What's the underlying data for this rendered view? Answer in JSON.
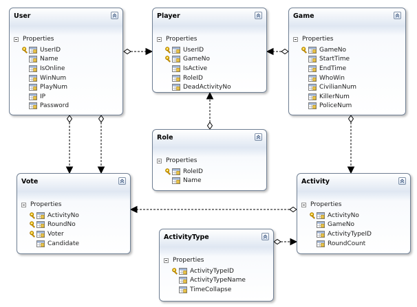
{
  "diagram": {
    "section_label": "Properties",
    "entities": [
      {
        "id": "user",
        "title": "User",
        "properties": [
          {
            "name": "UserID",
            "key": true
          },
          {
            "name": "Name",
            "key": false
          },
          {
            "name": "IsOnline",
            "key": false
          },
          {
            "name": "WinNum",
            "key": false
          },
          {
            "name": "PlayNum",
            "key": false
          },
          {
            "name": "IP",
            "key": false
          },
          {
            "name": "Password",
            "key": false
          }
        ]
      },
      {
        "id": "player",
        "title": "Player",
        "properties": [
          {
            "name": "UserID",
            "key": true
          },
          {
            "name": "GameNo",
            "key": true
          },
          {
            "name": "IsActive",
            "key": false
          },
          {
            "name": "RoleID",
            "key": false
          },
          {
            "name": "DeadActivityNo",
            "key": false
          }
        ]
      },
      {
        "id": "game",
        "title": "Game",
        "properties": [
          {
            "name": "GameNo",
            "key": true
          },
          {
            "name": "StartTime",
            "key": false
          },
          {
            "name": "EndTime",
            "key": false
          },
          {
            "name": "WhoWin",
            "key": false
          },
          {
            "name": "CivilianNum",
            "key": false
          },
          {
            "name": "KillerNum",
            "key": false
          },
          {
            "name": "PoliceNum",
            "key": false
          }
        ]
      },
      {
        "id": "role",
        "title": "Role",
        "properties": [
          {
            "name": "RoleID",
            "key": true
          },
          {
            "name": "Name",
            "key": false
          }
        ]
      },
      {
        "id": "vote",
        "title": "Vote",
        "properties": [
          {
            "name": "ActivityNo",
            "key": true
          },
          {
            "name": "RoundNo",
            "key": true
          },
          {
            "name": "Voter",
            "key": true
          },
          {
            "name": "Candidate",
            "key": false
          }
        ]
      },
      {
        "id": "activity",
        "title": "Activity",
        "properties": [
          {
            "name": "ActivityNo",
            "key": true
          },
          {
            "name": "GameNo",
            "key": false
          },
          {
            "name": "ActivityTypeID",
            "key": false
          },
          {
            "name": "RoundCount",
            "key": false
          }
        ]
      },
      {
        "id": "activitytype",
        "title": "ActivityType",
        "properties": [
          {
            "name": "ActivityTypeID",
            "key": true
          },
          {
            "name": "ActivityTypeName",
            "key": false
          },
          {
            "name": "TimeCollapse",
            "key": false
          }
        ]
      }
    ],
    "associations": [
      {
        "from": "user",
        "to": "player"
      },
      {
        "from": "game",
        "to": "player"
      },
      {
        "from": "role",
        "to": "player"
      },
      {
        "from": "user",
        "to": "vote"
      },
      {
        "from": "user",
        "to": "vote"
      },
      {
        "from": "game",
        "to": "activity"
      },
      {
        "from": "activity",
        "to": "vote"
      },
      {
        "from": "activitytype",
        "to": "activity"
      }
    ],
    "colors": {
      "border": "#6f7f93",
      "title_band": "#dfe7f2",
      "key": "#d9a400",
      "line": "#000000"
    }
  }
}
